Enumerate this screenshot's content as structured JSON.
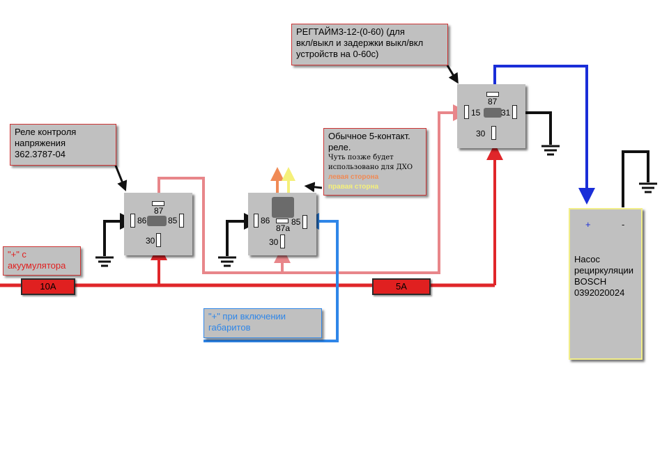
{
  "colors": {
    "red": "#e0262a",
    "pink": "#e8868a",
    "blue_dark": "#1a2ed8",
    "blue_light": "#2f86e8",
    "black": "#111111",
    "orange": "#f08a55",
    "yellow": "#f5f07a"
  },
  "voltage_relay_note": {
    "line1": "Реле контроля",
    "line2": "напряжения",
    "line3": "362.3787-04"
  },
  "relay5_note": {
    "line1": "Обычное 5-контакт.",
    "line2": "реле.",
    "line3": "Чуть позже будет",
    "line4": "использовано для ДХО",
    "left_side": "левая сторона",
    "right_side": "правая сторна"
  },
  "timer_note": {
    "line1": "РЕГТАЙМ3-12-(0-60) (для",
    "line2": "вкл/выкл и задержки выкл/вкл",
    "line3": "устройств на 0-60с)"
  },
  "battery_note": {
    "line1": "\"+\" с",
    "line2": "акуумулятора"
  },
  "lights_note": {
    "line1": "\"+\" при включении",
    "line2": "габаритов"
  },
  "pump": {
    "plus": "+",
    "minus": "-",
    "line1": "Насос",
    "line2": "рециркуляции",
    "line3": "BOSCH",
    "line4": "0392020024"
  },
  "fuses": {
    "f1": "10A",
    "f2": "5A"
  },
  "relay1_pins": {
    "p87": "87",
    "p86": "86",
    "p85": "85",
    "p30": "30"
  },
  "relay2_pins": {
    "p87a": "87a",
    "p86": "86",
    "p85": "85",
    "p30": "30"
  },
  "relay3_pins": {
    "p87": "87",
    "p15": "15",
    "p31": "31",
    "p30": "30"
  }
}
